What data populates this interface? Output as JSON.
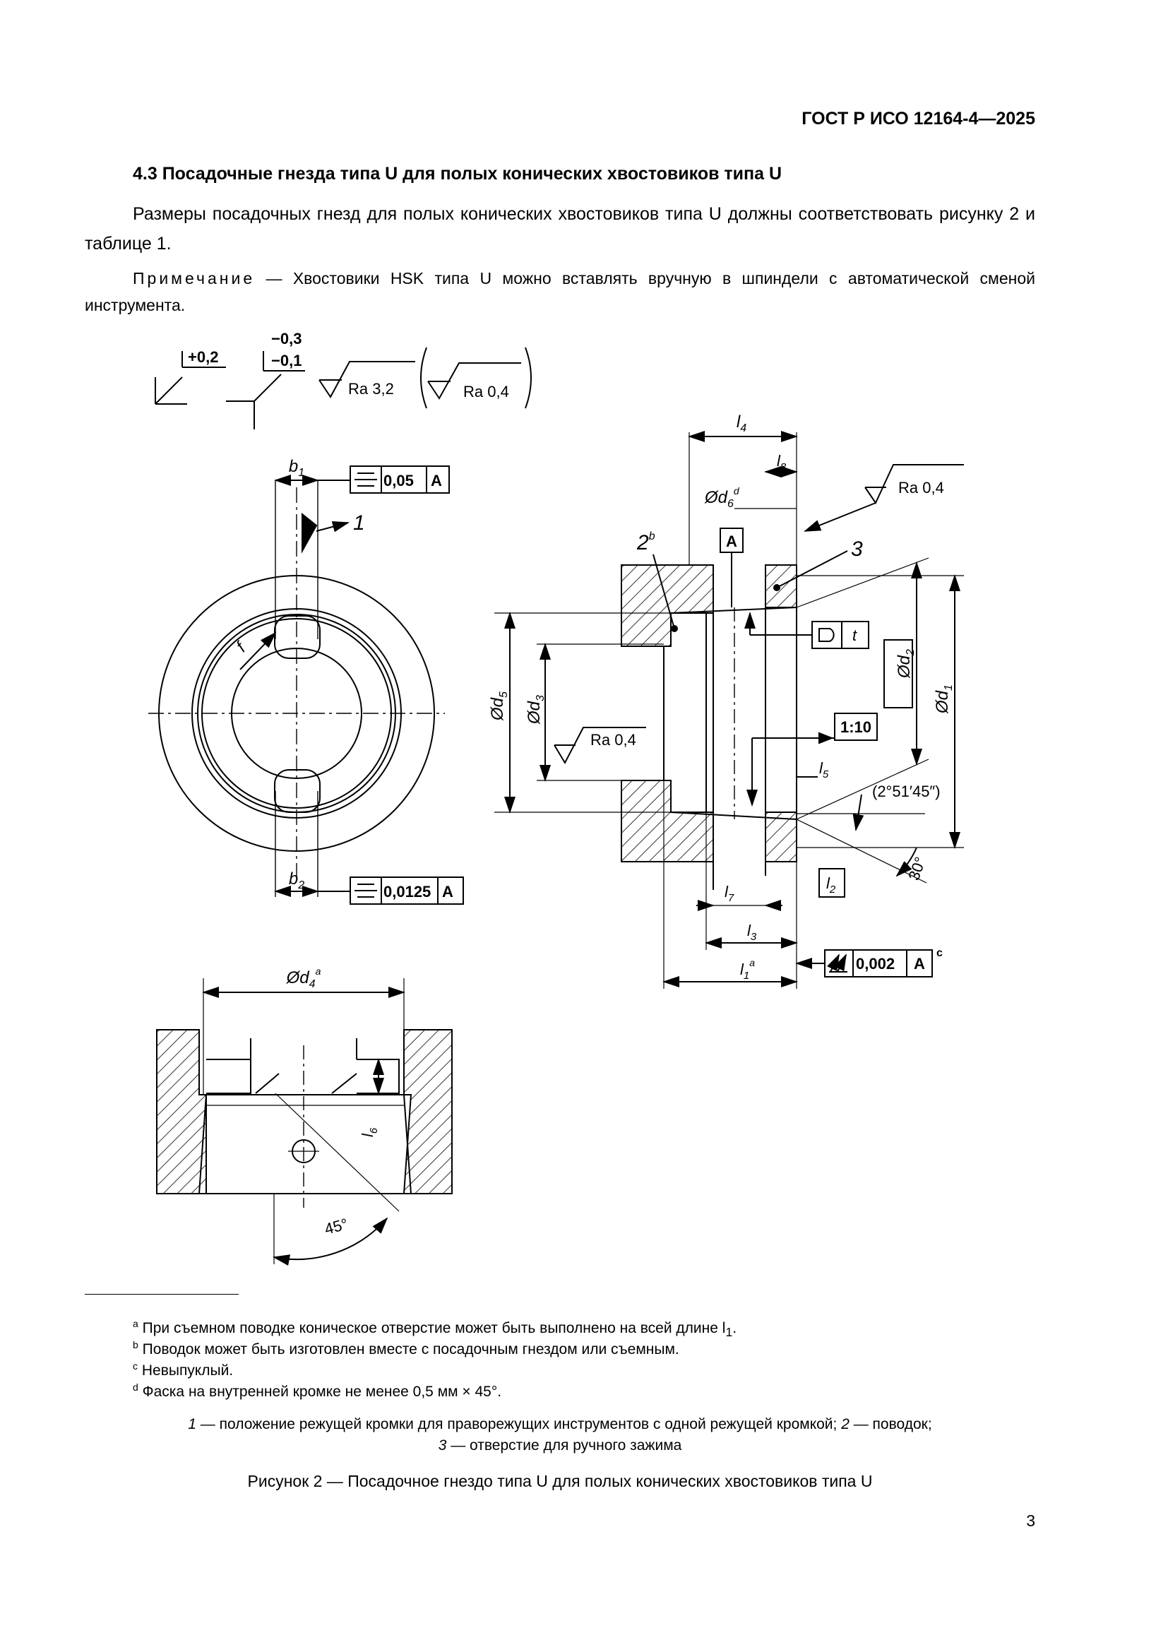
{
  "header": {
    "standard": "ГОСТ Р ИСО 12164-4—2025"
  },
  "section": {
    "title": "4.3 Посадочные гнезда типа U для полых конических хвостовиков типа U"
  },
  "body": {
    "paragraph": "Размеры посадочных гнезд для полых конических хвостовиков типа U должны соответствовать рисунку 2 и таблице 1.",
    "note_label": "Примечание",
    "note_text": " — Хвостовики HSK типа U можно вставлять вручную в шпиндели с автоматической сменой инструмента."
  },
  "drawing": {
    "tol_plus": "+0,2",
    "tol_minus_upper": "−0,3",
    "tol_minus_lower": "−0,1",
    "roughness_general": "Ra 3,2",
    "roughness_fine": "Ra 0,4",
    "dims": {
      "b1": "b",
      "b1_sub": "1",
      "b2": "b",
      "b2_sub": "2",
      "f": "f",
      "l4": "l",
      "l4_sub": "4",
      "l8": "l",
      "l8_sub": "8",
      "d6": "Ød",
      "d6_sub": "6",
      "d6_sup": "d",
      "d5": "Ød",
      "d5_sub": "5",
      "d3": "Ød",
      "d3_sub": "3",
      "d2": "Ød",
      "d2_sub": "2",
      "d1": "Ød",
      "d1_sub": "1",
      "l5": "l",
      "l5_sub": "5",
      "l7": "l",
      "l7_sub": "7",
      "l3": "l",
      "l3_sub": "3",
      "l1": "l",
      "l1_sub": "1",
      "l1_sup": "a",
      "l2": "l",
      "l2_sub": "2",
      "l6": "l",
      "l6_sub": "6",
      "d4": "Ød",
      "d4_sub": "4",
      "d4_sup": "a",
      "t": "t"
    },
    "sym_b1_value": "0,05",
    "sym_b2_value": "0,0125",
    "datum": "A",
    "runout_value": "0,002",
    "runout_sup": "c",
    "taper": "1:10",
    "angle_taper": "(2°51′45″)",
    "angle_30": "30°",
    "angle_45": "45°",
    "item_1": "1",
    "item_2": "2",
    "item_2_sup": "b",
    "item_3": "3"
  },
  "footnotes": [
    {
      "mark": "a",
      "text": "При съемном поводке коническое отверстие может быть выполнено на всей длине l",
      "sub": "1",
      "tail": "."
    },
    {
      "mark": "b",
      "text": "Поводок может быть изготовлен вместе с посадочным гнездом или съемным."
    },
    {
      "mark": "c",
      "text": "Невыпуклый."
    },
    {
      "mark": "d",
      "text": "Фаска на внутренней кромке не менее 0,5 мм × 45°."
    }
  ],
  "legend": {
    "n1": "1",
    "t1": " — положение режущей кромки для праворежущих инструментов с одной режущей кромкой; ",
    "n2": "2",
    "t2": " — поводок;",
    "n3": "3",
    "t3": " — отверстие для ручного зажима"
  },
  "caption": "Рисунок 2 — Посадочное гнездо типа U для полых конических хвостовиков типа U",
  "page_number": "3"
}
